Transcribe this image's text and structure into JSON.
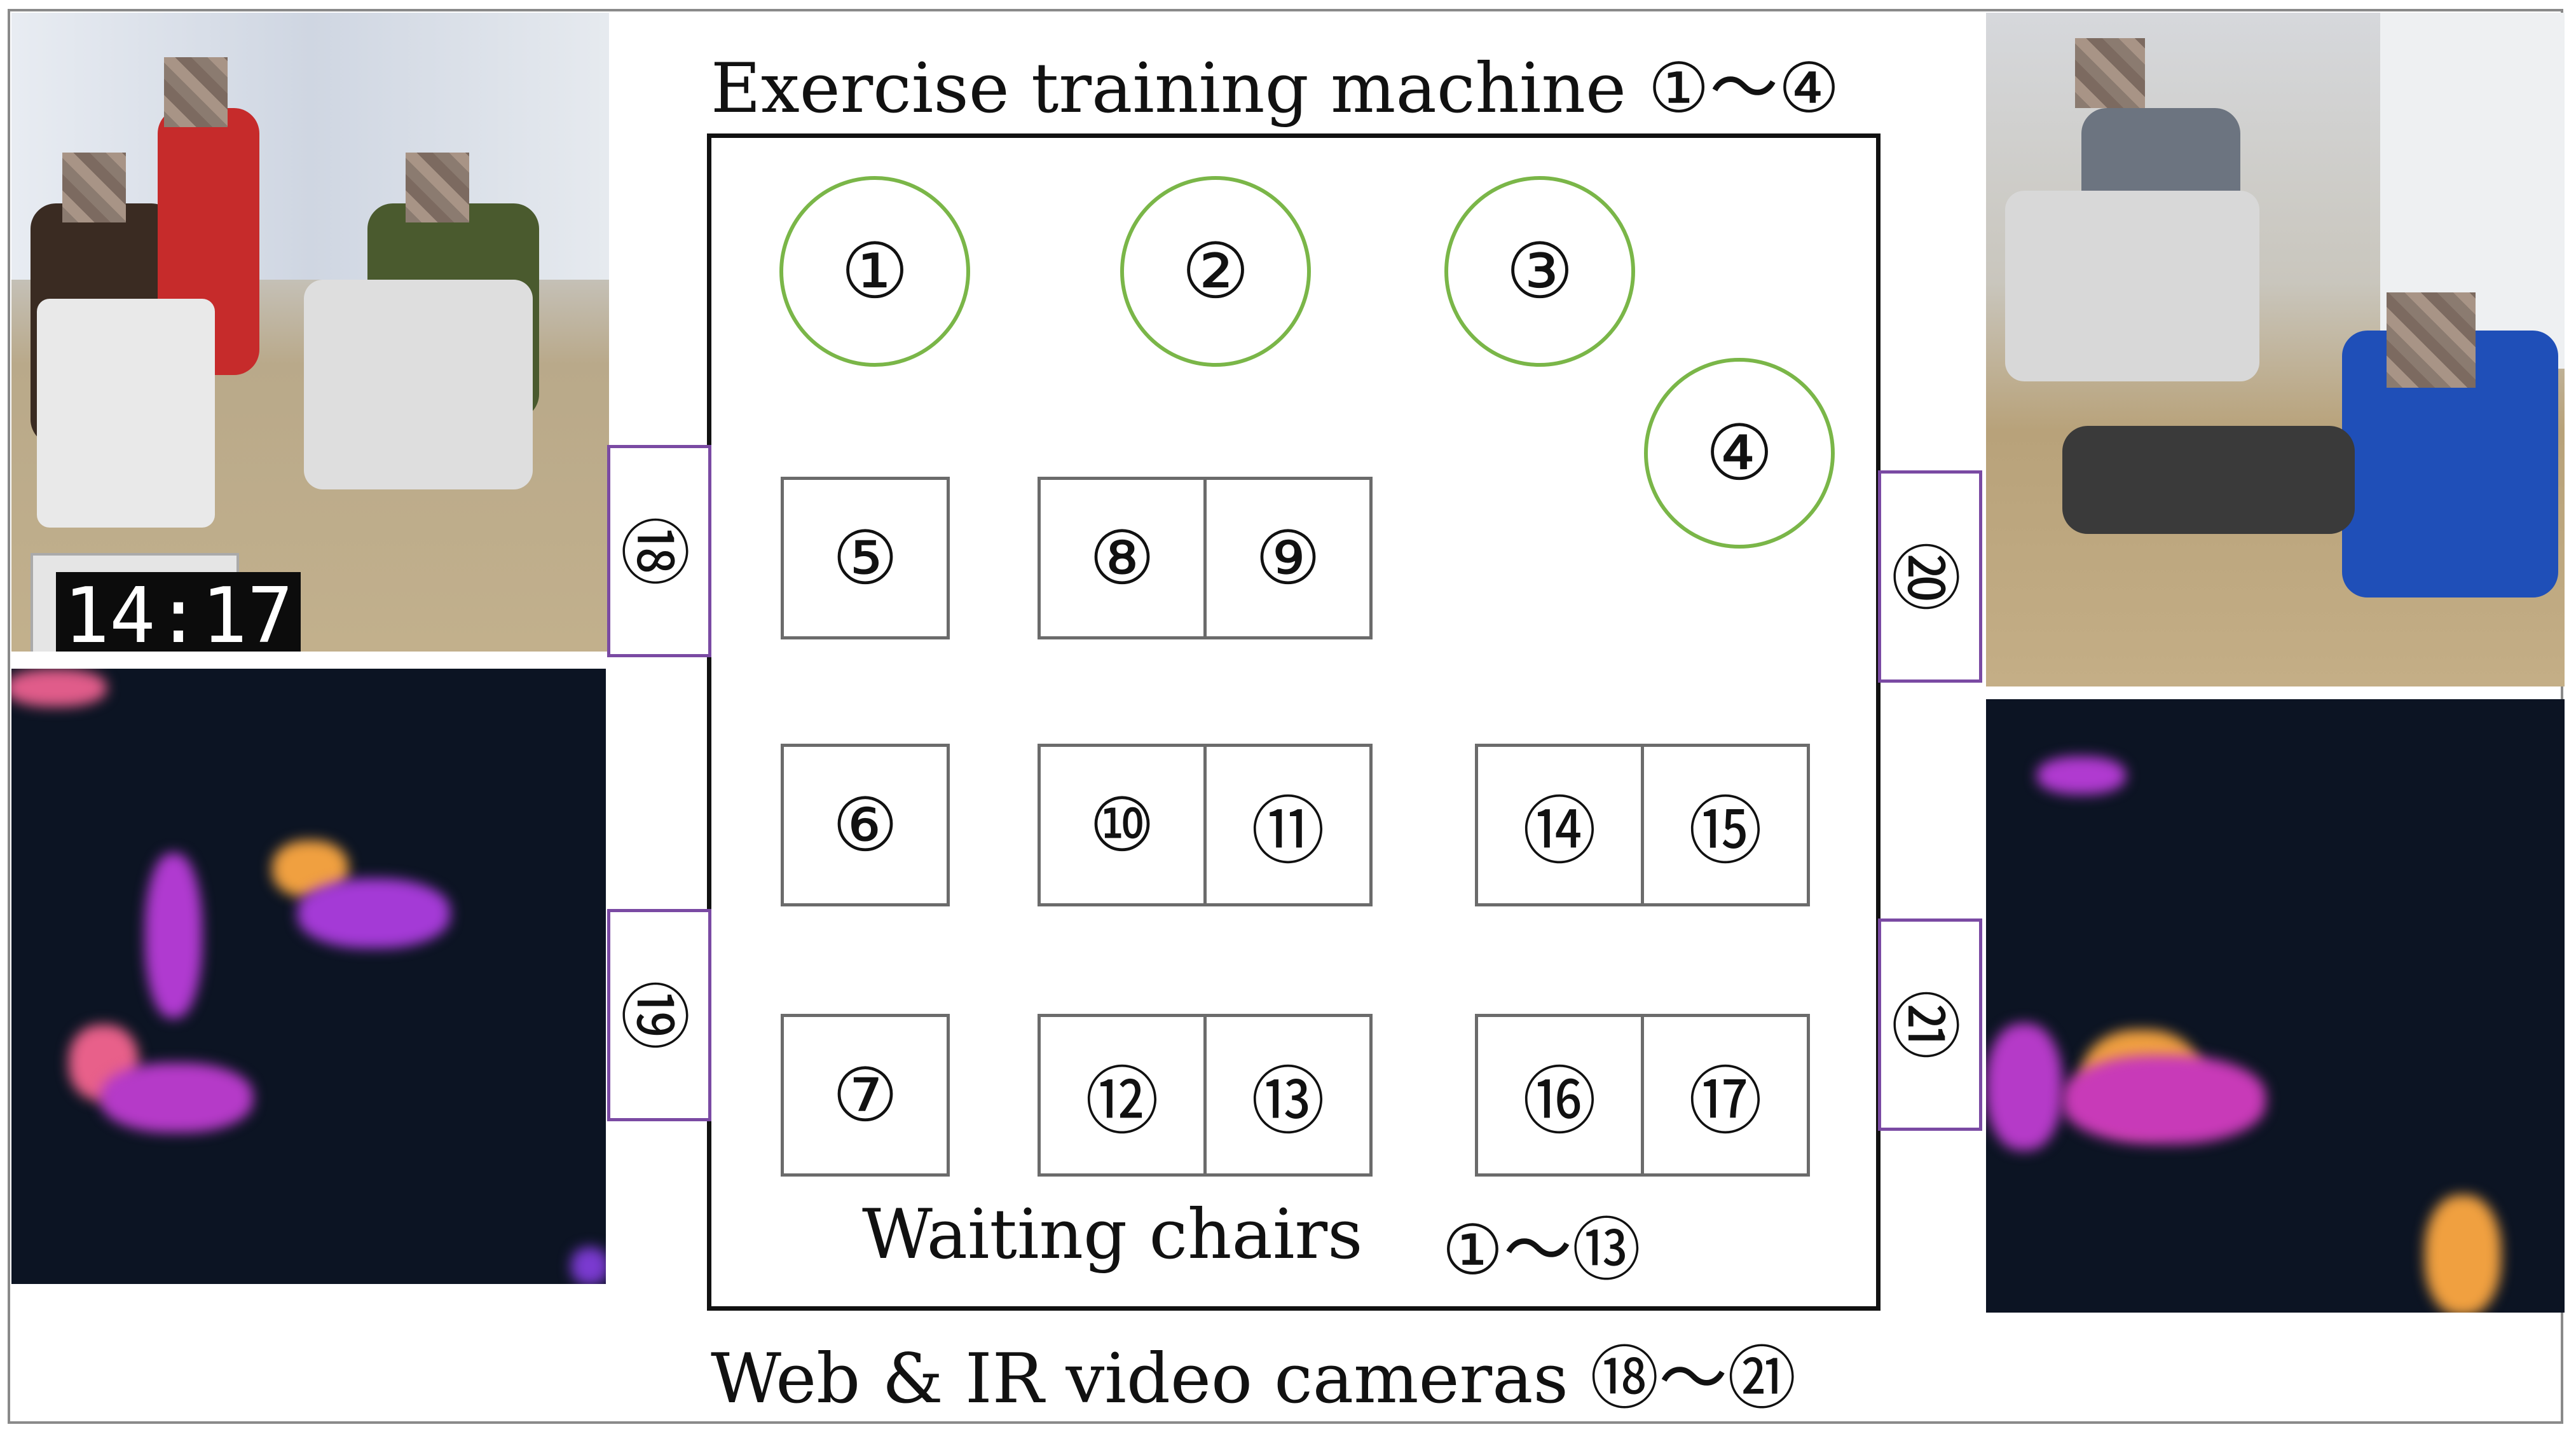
{
  "header": {
    "title": "Exercise training machine ①～④"
  },
  "footer": {
    "title": "Web & IR video cameras ⑱～㉑"
  },
  "room": {
    "machines": [
      "①",
      "②",
      "③",
      "④"
    ],
    "chairs": [
      "⑤",
      "⑥",
      "⑦",
      "⑧",
      "⑨",
      "⑩",
      "⑪",
      "⑫",
      "⑬",
      "⑭",
      "⑮",
      "⑯",
      "⑰"
    ],
    "chairs_label": "Waiting chairs",
    "chairs_range": "①～⑬",
    "cameras": [
      "⑱",
      "⑲",
      "⑳",
      "㉑"
    ]
  },
  "photos": {
    "clock_reading": "14:17"
  },
  "colors": {
    "machine": "#7ab648",
    "camera": "#7a4aa3",
    "chair": "#6b6b6b",
    "ir_background": "#0c1423"
  }
}
